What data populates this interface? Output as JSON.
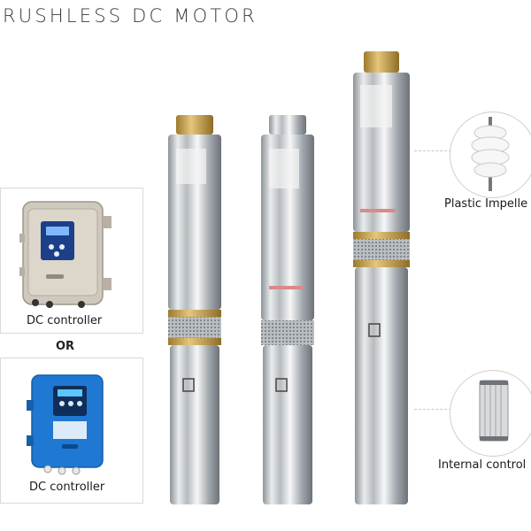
{
  "header": {
    "title": "RUSHLESS DC MOTOR"
  },
  "controllers": [
    {
      "caption": "DC controller",
      "color": "#c9c3b8",
      "kind": "metal-box"
    },
    {
      "caption": "DC controller",
      "color": "#1f78d1",
      "kind": "blue-box"
    }
  ],
  "separator": {
    "text": "OR"
  },
  "features": [
    {
      "caption": "Plastic Impelle",
      "icon": "impeller-icon"
    },
    {
      "caption": "Internal control",
      "icon": "filter-icon"
    }
  ],
  "pumps": {
    "count": 3,
    "brass_color": "#c9a24a",
    "steel_color": "#cfd3d6"
  }
}
